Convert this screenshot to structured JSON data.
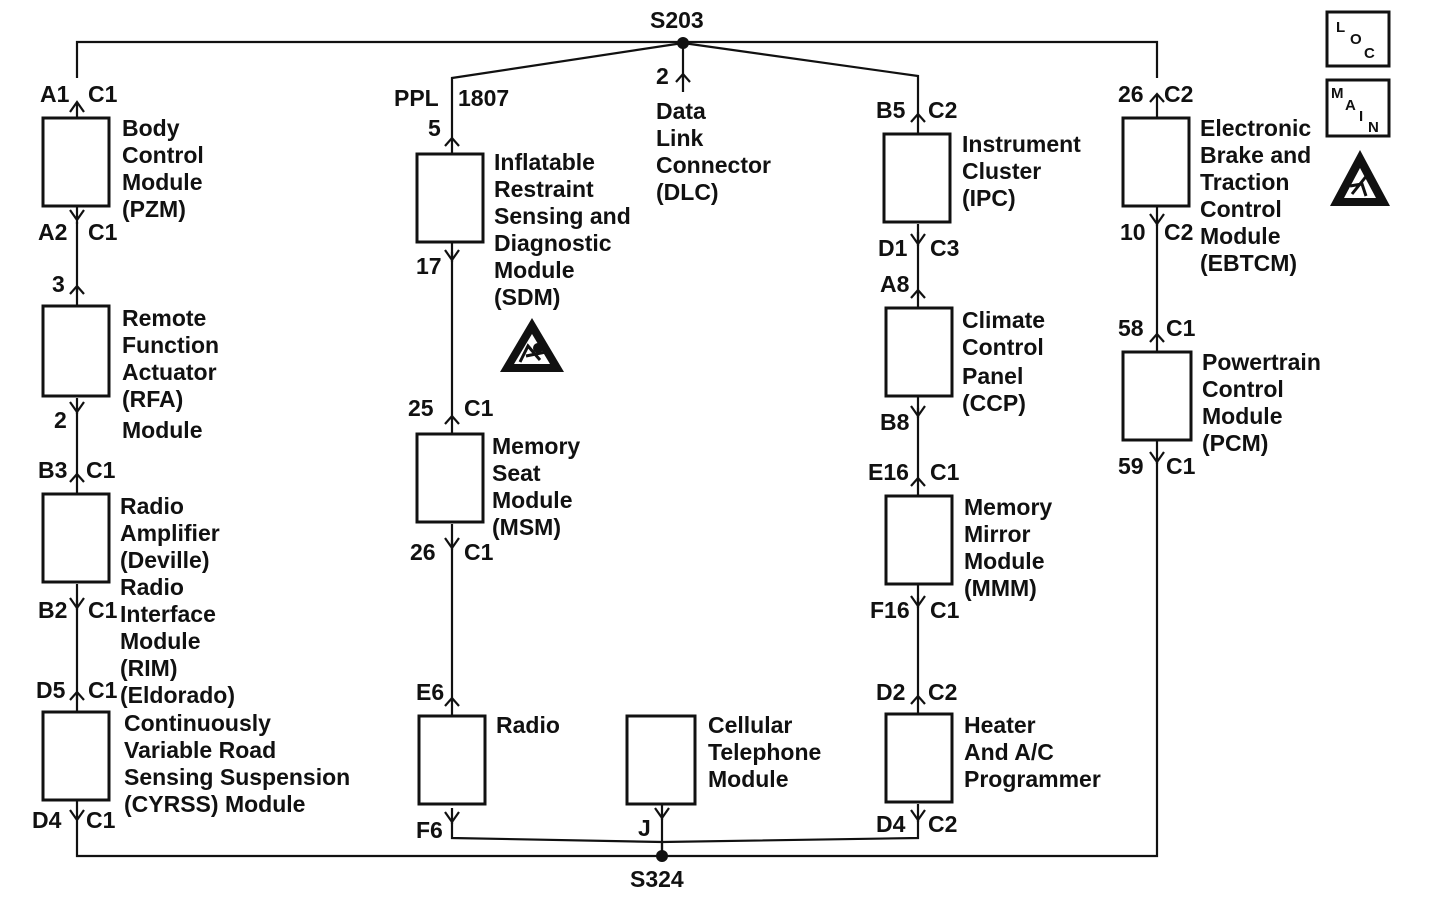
{
  "splices": {
    "top": "S203",
    "bottom": "S324"
  },
  "icons": {
    "loc": [
      "L",
      "O",
      "C"
    ],
    "main": [
      "M",
      "A",
      "I",
      "N"
    ],
    "esd_icon": "esd-warning-triangle",
    "airbag_icon": "airbag-warning-triangle"
  },
  "modules": {
    "bcm": {
      "name": [
        "Body",
        "Control",
        "Module",
        "(PZM)"
      ],
      "top_pin": "A1",
      "top_conn": "C1",
      "bottom_pin": "A2",
      "bottom_conn": "C1"
    },
    "rfa": {
      "name": [
        "Remote",
        "Function",
        "Actuator",
        "(RFA)",
        "Module"
      ],
      "top_pin": "3",
      "bottom_pin": "2"
    },
    "radio_amp": {
      "name": [
        "Radio",
        "Amplifier",
        "(Deville)"
      ],
      "top_pin": "B3",
      "top_conn": "C1"
    },
    "rim": {
      "name": [
        "Radio",
        "Interface",
        "Module",
        "(RIM)",
        "(Eldorado)"
      ],
      "pin_a": "B2",
      "conn_a": "C1",
      "pin_b": "D5",
      "conn_b": "C1"
    },
    "cvrss": {
      "name": [
        "Continuously",
        "Variable Road",
        "Sensing Suspension",
        "(CYRSS) Module"
      ],
      "bottom_pin": "D4",
      "bottom_conn": "C1"
    },
    "sdm": {
      "wire_color": "PPL",
      "circuit": "1807",
      "name": [
        "Inflatable",
        "Restraint",
        "Sensing and",
        "Diagnostic",
        "Module",
        "(SDM)"
      ],
      "top_pin": "5",
      "bottom_pin": "17"
    },
    "msm": {
      "name": [
        "Memory",
        "Seat",
        "Module",
        "(MSM)"
      ],
      "top_pin": "25",
      "top_conn": "C1",
      "bottom_pin": "26",
      "bottom_conn": "C1"
    },
    "radio": {
      "name": [
        "Radio"
      ],
      "top_pin": "E6",
      "bottom_pin": "F6"
    },
    "dlc": {
      "name": [
        "Data",
        "Link",
        "Connector",
        "(DLC)"
      ],
      "pin": "2"
    },
    "cell": {
      "name": [
        "Cellular",
        "Telephone",
        "Module"
      ],
      "bottom_pin": "J"
    },
    "ipc": {
      "name": [
        "Instrument",
        "Cluster",
        "(IPC)"
      ],
      "top_pin": "B5",
      "top_conn": "C2",
      "bottom_pin": "D1",
      "bottom_conn": "C3"
    },
    "ccp": {
      "name": [
        "Climate",
        "Control",
        "Panel",
        "(CCP)"
      ],
      "top_pin": "A8",
      "bottom_pin": "B8"
    },
    "mmm": {
      "name": [
        "Memory",
        "Mirror",
        "Module",
        "(MMM)"
      ],
      "top_pin": "E16",
      "top_conn": "C1",
      "bottom_pin": "F16",
      "bottom_conn": "C1"
    },
    "hvac": {
      "name": [
        "Heater",
        "And A/C",
        "Programmer"
      ],
      "top_pin": "D2",
      "top_conn": "C2",
      "bottom_pin": "D4",
      "bottom_conn": "C2"
    },
    "ebtcm": {
      "name": [
        "Electronic",
        "Brake and",
        "Traction",
        "Control",
        "Module",
        "(EBTCM)"
      ],
      "top_pin": "26",
      "top_conn": "C2",
      "bottom_pin": "10",
      "bottom_conn": "C2"
    },
    "pcm": {
      "name": [
        "Powertrain",
        "Control",
        "Module",
        "(PCM)"
      ],
      "top_pin": "58",
      "top_conn": "C1",
      "bottom_pin": "59",
      "bottom_conn": "C1"
    }
  }
}
